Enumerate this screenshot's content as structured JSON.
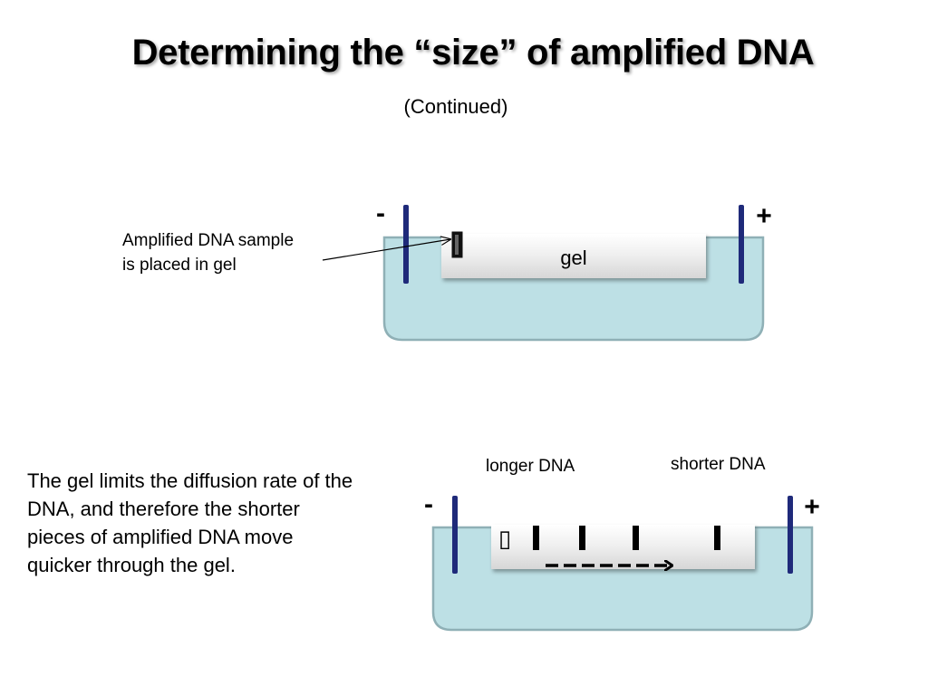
{
  "slide": {
    "title": "Determining the “size” of amplified DNA",
    "subtitle": "(Continued)"
  },
  "top_diagram": {
    "annotation_line1": "Amplified DNA sample",
    "annotation_line2": "is placed in gel",
    "gel_label": "gel",
    "negative_sign": "-",
    "positive_sign": "+"
  },
  "bottom_diagram": {
    "longer_label": "longer DNA",
    "shorter_label": "shorter DNA",
    "negative_sign": "-",
    "positive_sign": "+",
    "well_glyph": "▯"
  },
  "explanation": {
    "line1": "The gel limits the diffusion rate of the",
    "line2": "DNA, and therefore the shorter",
    "line3": "pieces of amplified DNA move",
    "line4": "quicker through the gel."
  },
  "colors": {
    "buffer_fill": "#bde0e5",
    "buffer_stroke": "#7fa1a8",
    "electrode": "#1f2a7a",
    "gel_light": "#f7f7f7",
    "gel_dark": "#d9d9d9"
  }
}
